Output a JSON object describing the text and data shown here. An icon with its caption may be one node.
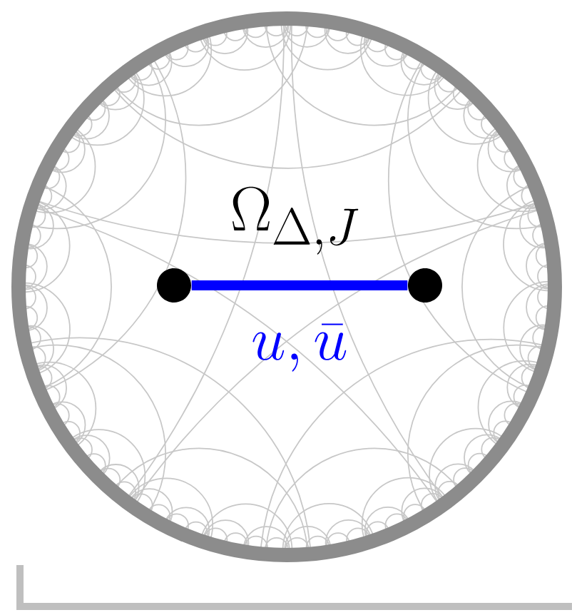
{
  "diagram": {
    "nodes": [
      {
        "text": [],
        "shape": "circle"
      },
      {
        "text": [],
        "shape": "circle"
      }
    ],
    "edges": [
      {
        "from": 0,
        "to": 1,
        "arrow": "none",
        "label": "u, \\bar{u}",
        "color": "#0000ff"
      }
    ],
    "labels": [
      "\\Omega_{\\Delta,J}"
    ]
  }
}
